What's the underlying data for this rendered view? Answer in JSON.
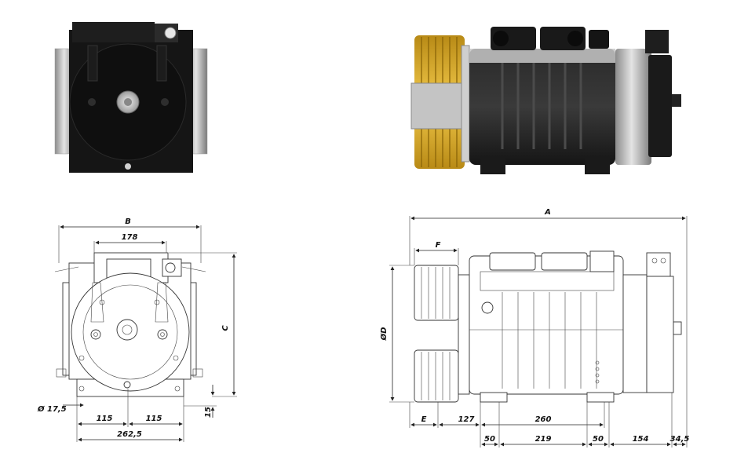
{
  "dimensions": {
    "front": {
      "B": "B",
      "d178": "178",
      "C": "C",
      "hole": "Ø 17,5",
      "d115a": "115",
      "d115b": "115",
      "d15": "15",
      "d262": "262,5"
    },
    "side": {
      "A": "A",
      "F": "F",
      "D": "ØD",
      "E": "E",
      "d127": "127",
      "d260": "260",
      "d50a": "50",
      "d219": "219",
      "d50b": "50",
      "d154": "154",
      "d34": "34,5"
    }
  },
  "colors": {
    "gold": "#d8a82a",
    "dark": "#1b1b1b",
    "steel": "#b4b4b4"
  }
}
